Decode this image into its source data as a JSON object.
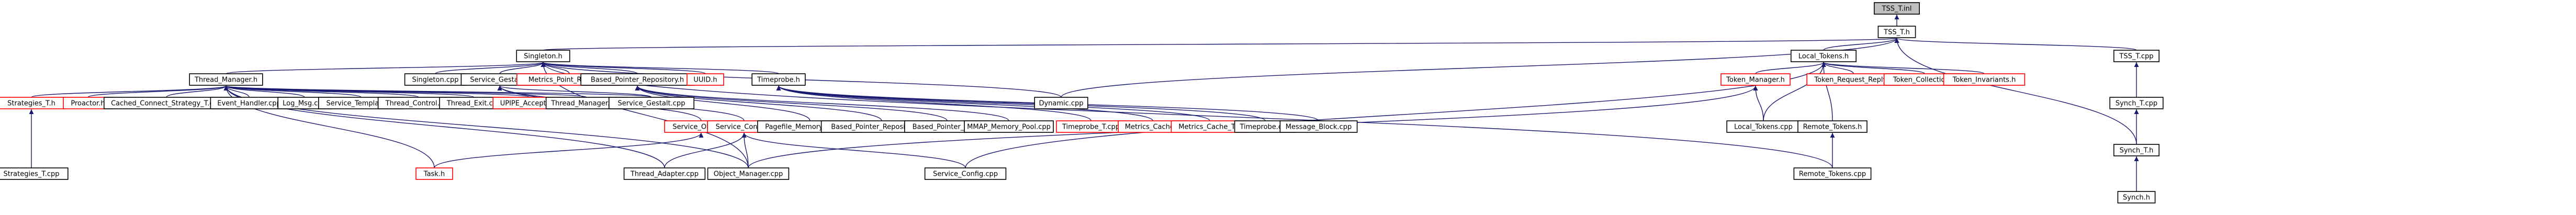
{
  "diagram": {
    "root": "TSS_T.inl",
    "colors": {
      "edge": "#191970",
      "root_fill": "#bfbfbf",
      "documented_border": "#000000",
      "undocumented_border": "#ff0000"
    },
    "nodes": [
      {
        "id": "tss_t_inl",
        "label": "TSS_T.inl",
        "style": "root"
      },
      {
        "id": "tss_t_h",
        "label": "TSS_T.h",
        "style": "documented"
      },
      {
        "id": "singleton_h",
        "label": "Singleton.h",
        "style": "documented"
      },
      {
        "id": "local_tokens_h",
        "label": "Local_Tokens.h",
        "style": "documented"
      },
      {
        "id": "tss_t_cpp",
        "label": "TSS_T.cpp",
        "style": "documented"
      },
      {
        "id": "thread_manager_h",
        "label": "Thread_Manager.h",
        "style": "documented"
      },
      {
        "id": "singleton_cpp",
        "label": "Singleton.cpp",
        "style": "documented"
      },
      {
        "id": "service_gestalt_h",
        "label": "Service_Gestalt.h",
        "style": "documented"
      },
      {
        "id": "metrics_point_registry_h",
        "label": "Metrics_Point_Registry.h",
        "style": "undocumented"
      },
      {
        "id": "based_pointer_repository_h",
        "label": "Based_Pointer_Repository.h",
        "style": "documented"
      },
      {
        "id": "uuid_h",
        "label": "UUID.h",
        "style": "undocumented"
      },
      {
        "id": "timeprobe_h",
        "label": "Timeprobe.h",
        "style": "documented"
      },
      {
        "id": "dynamic_cpp",
        "label": "Dynamic.cpp",
        "style": "documented"
      },
      {
        "id": "token_manager_h",
        "label": "Token_Manager.h",
        "style": "undocumented"
      },
      {
        "id": "token_request_reply_h",
        "label": "Token_Request_Reply.h",
        "style": "undocumented"
      },
      {
        "id": "token_collection_h",
        "label": "Token_Collection.h",
        "style": "undocumented"
      },
      {
        "id": "token_invariants_h",
        "label": "Token_Invariants.h",
        "style": "undocumented"
      },
      {
        "id": "synch_t_cpp",
        "label": "Synch_T.cpp",
        "style": "documented"
      },
      {
        "id": "strategies_t_h",
        "label": "Strategies_T.h",
        "style": "undocumented"
      },
      {
        "id": "proactor_h",
        "label": "Proactor.h",
        "style": "undocumented"
      },
      {
        "id": "cached_connect_strategy_t_cpp",
        "label": "Cached_Connect_Strategy_T.cpp",
        "style": "documented"
      },
      {
        "id": "event_handler_cpp",
        "label": "Event_Handler.cpp",
        "style": "documented"
      },
      {
        "id": "log_msg_cpp",
        "label": "Log_Msg.cpp",
        "style": "documented"
      },
      {
        "id": "service_templates_h",
        "label": "Service_Templates.h",
        "style": "documented"
      },
      {
        "id": "thread_control_cpp",
        "label": "Thread_Control.cpp",
        "style": "documented"
      },
      {
        "id": "thread_exit_cpp",
        "label": "Thread_Exit.cpp",
        "style": "documented"
      },
      {
        "id": "upipe_acceptor_h",
        "label": "UPIPE_Acceptor.h",
        "style": "undocumented"
      },
      {
        "id": "thread_manager_cpp",
        "label": "Thread_Manager.cpp",
        "style": "documented"
      },
      {
        "id": "service_gestalt_cpp",
        "label": "Service_Gestalt.cpp",
        "style": "documented"
      },
      {
        "id": "service_object_h",
        "label": "Service_Object.h",
        "style": "undocumented"
      },
      {
        "id": "service_config_h",
        "label": "Service_Config.h",
        "style": "undocumented"
      },
      {
        "id": "pagefile_memory_pool_cpp",
        "label": "Pagefile_Memory_Pool.cpp",
        "style": "documented"
      },
      {
        "id": "based_pointer_repository_cpp",
        "label": "Based_Pointer_Repository.cpp",
        "style": "documented"
      },
      {
        "id": "based_pointer_t_cpp",
        "label": "Based_Pointer_T.cpp",
        "style": "documented"
      },
      {
        "id": "mmap_memory_pool_cpp",
        "label": "MMAP_Memory_Pool.cpp",
        "style": "documented"
      },
      {
        "id": "timeprobe_t_cpp",
        "label": "Timeprobe_T.cpp",
        "style": "undocumented"
      },
      {
        "id": "metrics_cache_h",
        "label": "Metrics_Cache.h",
        "style": "undocumented"
      },
      {
        "id": "metrics_cache_t_h",
        "label": "Metrics_Cache_T.h",
        "style": "undocumented"
      },
      {
        "id": "timeprobe_cpp",
        "label": "Timeprobe.cpp",
        "style": "documented"
      },
      {
        "id": "message_block_cpp",
        "label": "Message_Block.cpp",
        "style": "documented"
      },
      {
        "id": "local_tokens_cpp",
        "label": "Local_Tokens.cpp",
        "style": "documented"
      },
      {
        "id": "remote_tokens_h",
        "label": "Remote_Tokens.h",
        "style": "documented"
      },
      {
        "id": "synch_t_h",
        "label": "Synch_T.h",
        "style": "documented"
      },
      {
        "id": "strategies_t_cpp",
        "label": "Strategies_T.cpp",
        "style": "documented"
      },
      {
        "id": "task_h",
        "label": "Task.h",
        "style": "undocumented"
      },
      {
        "id": "thread_adapter_cpp",
        "label": "Thread_Adapter.cpp",
        "style": "documented"
      },
      {
        "id": "object_manager_cpp",
        "label": "Object_Manager.cpp",
        "style": "documented"
      },
      {
        "id": "service_config_cpp",
        "label": "Service_Config.cpp",
        "style": "documented"
      },
      {
        "id": "remote_tokens_cpp",
        "label": "Remote_Tokens.cpp",
        "style": "documented"
      },
      {
        "id": "synch_h",
        "label": "Synch.h",
        "style": "documented"
      }
    ],
    "edges": [
      {
        "from": "tss_t_h",
        "to": "tss_t_inl"
      },
      {
        "from": "singleton_h",
        "to": "tss_t_h"
      },
      {
        "from": "local_tokens_h",
        "to": "tss_t_h"
      },
      {
        "from": "tss_t_cpp",
        "to": "tss_t_h"
      },
      {
        "from": "dynamic_cpp",
        "to": "tss_t_h"
      },
      {
        "from": "synch_t_h",
        "to": "tss_t_h"
      },
      {
        "from": "synch_t_cpp",
        "to": "tss_t_cpp"
      },
      {
        "from": "thread_manager_h",
        "to": "singleton_h"
      },
      {
        "from": "singleton_cpp",
        "to": "singleton_h"
      },
      {
        "from": "service_gestalt_h",
        "to": "singleton_h"
      },
      {
        "from": "metrics_point_registry_h",
        "to": "singleton_h"
      },
      {
        "from": "based_pointer_repository_h",
        "to": "singleton_h"
      },
      {
        "from": "uuid_h",
        "to": "singleton_h"
      },
      {
        "from": "timeprobe_h",
        "to": "singleton_h"
      },
      {
        "from": "dynamic_cpp",
        "to": "singleton_h"
      },
      {
        "from": "object_manager_cpp",
        "to": "singleton_h"
      },
      {
        "from": "remote_tokens_cpp",
        "to": "singleton_h"
      },
      {
        "from": "strategies_t_h",
        "to": "thread_manager_h"
      },
      {
        "from": "proactor_h",
        "to": "thread_manager_h"
      },
      {
        "from": "cached_connect_strategy_t_cpp",
        "to": "thread_manager_h"
      },
      {
        "from": "event_handler_cpp",
        "to": "thread_manager_h"
      },
      {
        "from": "log_msg_cpp",
        "to": "thread_manager_h"
      },
      {
        "from": "service_templates_h",
        "to": "thread_manager_h"
      },
      {
        "from": "thread_control_cpp",
        "to": "thread_manager_h"
      },
      {
        "from": "thread_exit_cpp",
        "to": "thread_manager_h"
      },
      {
        "from": "upipe_acceptor_h",
        "to": "thread_manager_h"
      },
      {
        "from": "thread_manager_cpp",
        "to": "thread_manager_h"
      },
      {
        "from": "service_gestalt_cpp",
        "to": "thread_manager_h"
      },
      {
        "from": "task_h",
        "to": "thread_manager_h"
      },
      {
        "from": "thread_adapter_cpp",
        "to": "thread_manager_h"
      },
      {
        "from": "object_manager_cpp",
        "to": "thread_manager_h"
      },
      {
        "from": "service_object_h",
        "to": "service_gestalt_h"
      },
      {
        "from": "service_config_h",
        "to": "service_gestalt_h"
      },
      {
        "from": "service_gestalt_cpp",
        "to": "service_gestalt_h"
      },
      {
        "from": "task_h",
        "to": "service_object_h"
      },
      {
        "from": "thread_adapter_cpp",
        "to": "service_config_h"
      },
      {
        "from": "object_manager_cpp",
        "to": "service_config_h"
      },
      {
        "from": "service_config_cpp",
        "to": "service_config_h"
      },
      {
        "from": "pagefile_memory_pool_cpp",
        "to": "based_pointer_repository_h"
      },
      {
        "from": "based_pointer_repository_cpp",
        "to": "based_pointer_repository_h"
      },
      {
        "from": "based_pointer_t_cpp",
        "to": "based_pointer_repository_h"
      },
      {
        "from": "mmap_memory_pool_cpp",
        "to": "based_pointer_repository_h"
      },
      {
        "from": "timeprobe_t_cpp",
        "to": "timeprobe_h"
      },
      {
        "from": "metrics_cache_h",
        "to": "timeprobe_h"
      },
      {
        "from": "metrics_cache_t_h",
        "to": "timeprobe_h"
      },
      {
        "from": "timeprobe_cpp",
        "to": "timeprobe_h"
      },
      {
        "from": "message_block_cpp",
        "to": "timeprobe_h"
      },
      {
        "from": "token_manager_h",
        "to": "local_tokens_h"
      },
      {
        "from": "token_request_reply_h",
        "to": "local_tokens_h"
      },
      {
        "from": "token_collection_h",
        "to": "local_tokens_h"
      },
      {
        "from": "token_invariants_h",
        "to": "local_tokens_h"
      },
      {
        "from": "local_tokens_cpp",
        "to": "local_tokens_h"
      },
      {
        "from": "remote_tokens_h",
        "to": "local_tokens_h"
      },
      {
        "from": "object_manager_cpp",
        "to": "token_manager_h"
      },
      {
        "from": "local_tokens_cpp",
        "to": "token_manager_h"
      },
      {
        "from": "remote_tokens_cpp",
        "to": "remote_tokens_h"
      },
      {
        "from": "synch_t_h",
        "to": "synch_t_cpp"
      },
      {
        "from": "synch_h",
        "to": "synch_t_h"
      },
      {
        "from": "strategies_t_cpp",
        "to": "strategies_t_h"
      },
      {
        "from": "service_config_cpp",
        "to": "local_tokens_h"
      }
    ]
  }
}
